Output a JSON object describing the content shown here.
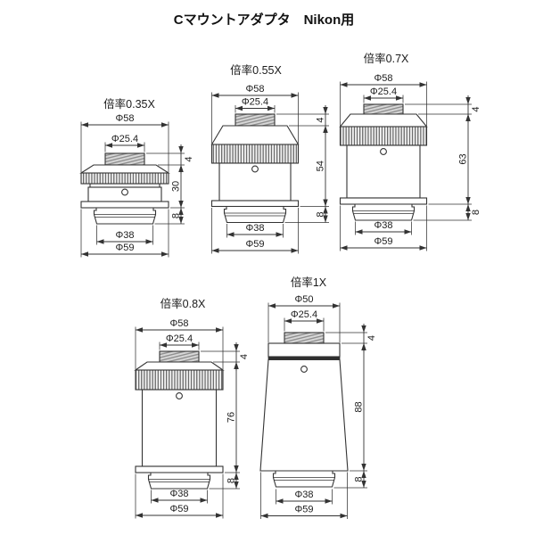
{
  "title": "Cマウントアダプタ　Nikon用",
  "drawings": [
    {
      "label": "倍率0.35X",
      "dims": {
        "top_dia": "Φ58",
        "thread_dia": "Φ25.4",
        "thread_len": "4",
        "height": "30",
        "mount_len": "8",
        "mount_dia": "Φ38",
        "base_dia": "Φ59"
      }
    },
    {
      "label": "倍率0.55X",
      "dims": {
        "top_dia": "Φ58",
        "thread_dia": "Φ25.4",
        "thread_len": "4",
        "height": "54",
        "mount_len": "8",
        "mount_dia": "Φ38",
        "base_dia": "Φ59"
      }
    },
    {
      "label": "倍率0.7X",
      "dims": {
        "top_dia": "Φ58",
        "thread_dia": "Φ25.4",
        "thread_len": "4",
        "height": "63",
        "mount_len": "8",
        "mount_dia": "Φ38",
        "base_dia": "Φ59"
      }
    },
    {
      "label": "倍率0.8X",
      "dims": {
        "top_dia": "Φ58",
        "thread_dia": "Φ25.4",
        "thread_len": "4",
        "height": "76",
        "mount_len": "8",
        "mount_dia": "Φ38",
        "base_dia": "Φ59"
      }
    },
    {
      "label": "倍率1X",
      "dims": {
        "top_dia": "Φ50",
        "thread_dia": "Φ25.4",
        "thread_len": "4",
        "height": "88",
        "mount_len": "8",
        "mount_dia": "Φ38",
        "base_dia": "Φ59"
      }
    }
  ],
  "colors": {
    "line": "#333333",
    "text": "#1c1c1c",
    "hatch_dark": "#8f8f8f",
    "hatch_bg": "#d7d7d7",
    "knurl_dark": "#6b6b6b",
    "knurl_bg": "#f4f4f4"
  }
}
